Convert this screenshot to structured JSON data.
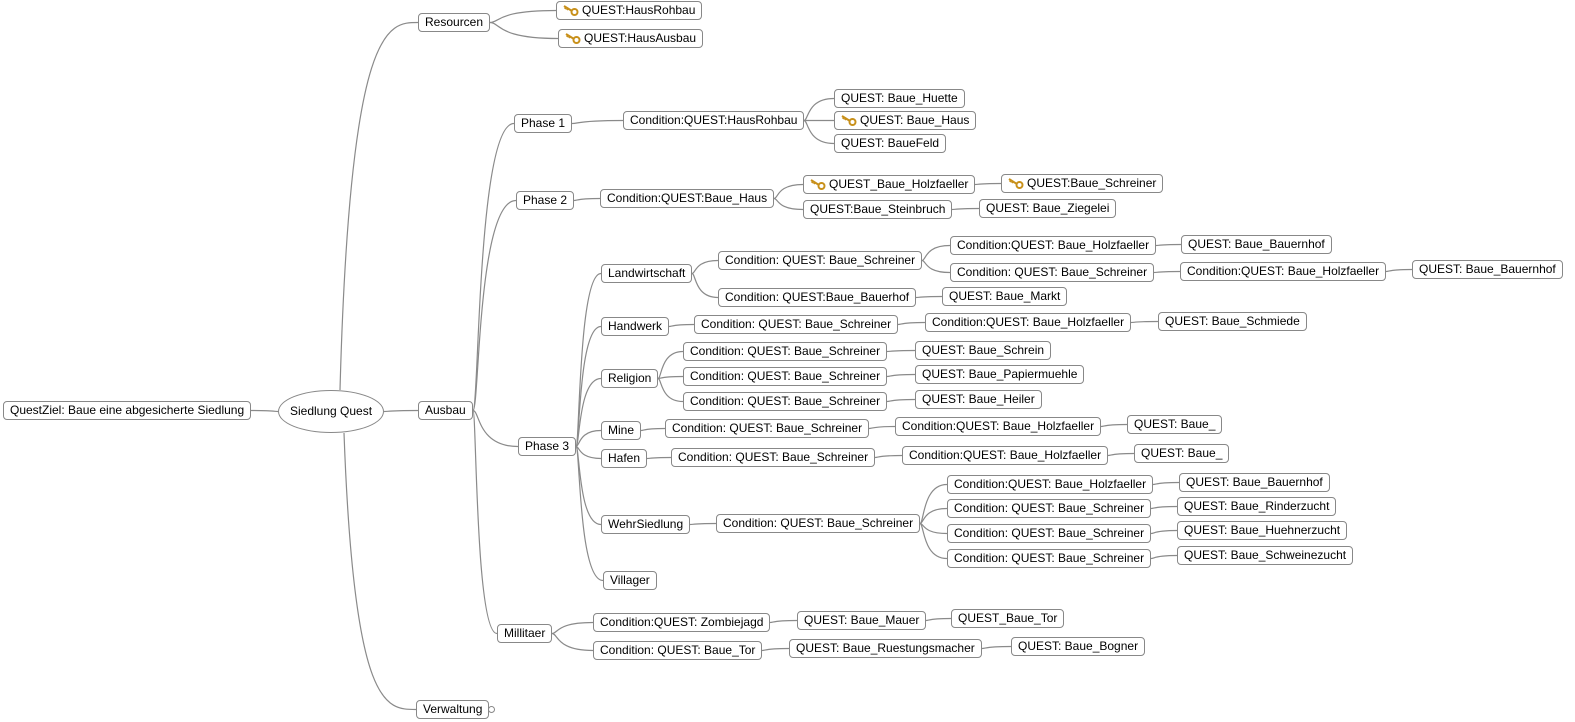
{
  "root": "Siedlung Quest",
  "goal": "QuestZiel: Baue eine abgesicherte Siedlung",
  "resourcen": {
    "label": "Resourcen",
    "items": [
      "QUEST:HausRohbau",
      "QUEST:HausAusbau"
    ]
  },
  "ausbau": {
    "label": "Ausbau",
    "phase1": {
      "label": "Phase 1",
      "cond": "Condition:QUEST:HausRohbau",
      "items": [
        "QUEST: Baue_Huette",
        "QUEST: Baue_Haus",
        "QUEST: BaueFeld"
      ]
    },
    "phase2": {
      "label": "Phase 2",
      "cond": "Condition:QUEST:Baue_Haus",
      "a": "QUEST_Baue_Holzfaeller",
      "a1": "QUEST:Baue_Schreiner",
      "b": "QUEST:Baue_Steinbruch",
      "b1": "QUEST: Baue_Ziegelei"
    },
    "phase3": {
      "label": "Phase 3",
      "landwirtschaft": {
        "label": "Landwirtschaft",
        "c1": "Condition: QUEST: Baue_Schreiner",
        "c1a": "Condition:QUEST: Baue_Holzfaeller",
        "c1a1": "QUEST: Baue_Bauernhof",
        "c1b": "Condition: QUEST: Baue_Schreiner",
        "c1b1": "Condition:QUEST: Baue_Holzfaeller",
        "c1b1a": "QUEST: Baue_Bauernhof",
        "c2": "Condition: QUEST:Baue_Bauerhof",
        "c2a": "QUEST: Baue_Markt"
      },
      "handwerk": {
        "label": "Handwerk",
        "c": "Condition: QUEST: Baue_Schreiner",
        "c1": "Condition:QUEST: Baue_Holzfaeller",
        "a": "QUEST: Baue_Schmiede"
      },
      "religion": {
        "label": "Religion",
        "conds": [
          "Condition: QUEST: Baue_Schreiner",
          "Condition: QUEST: Baue_Schreiner",
          "Condition: QUEST: Baue_Schreiner"
        ],
        "items": [
          "QUEST: Baue_Schrein",
          "QUEST: Baue_Papiermuehle",
          "QUEST: Baue_Heiler"
        ]
      },
      "mine": {
        "label": "Mine",
        "c": "Condition: QUEST: Baue_Schreiner",
        "c1": "Condition:QUEST: Baue_Holzfaeller",
        "a": "QUEST: Baue_"
      },
      "hafen": {
        "label": "Hafen",
        "c": "Condition: QUEST: Baue_Schreiner",
        "c1": "Condition:QUEST: Baue_Holzfaeller",
        "a": "QUEST: Baue_"
      },
      "wehr": {
        "label": "WehrSiedlung",
        "c": "Condition: QUEST: Baue_Schreiner",
        "conds": [
          "Condition:QUEST: Baue_Holzfaeller",
          "Condition: QUEST: Baue_Schreiner",
          "Condition: QUEST: Baue_Schreiner",
          "Condition: QUEST: Baue_Schreiner"
        ],
        "items": [
          "QUEST: Baue_Bauernhof",
          "QUEST: Baue_Rinderzucht",
          "QUEST: Baue_Huehnerzucht",
          "QUEST: Baue_Schweinezucht"
        ]
      },
      "villager": {
        "label": "Villager"
      }
    },
    "millitaer": {
      "label": "Millitaer",
      "c1": "Condition:QUEST: Zombiejagd",
      "c1a": "QUEST: Baue_Mauer",
      "c1a1": "QUEST_Baue_Tor",
      "c2": "Condition: QUEST: Baue_Tor",
      "c2a": "QUEST: Baue_Ruestungsmacher",
      "c2a1": "QUEST: Baue_Bogner"
    }
  },
  "verwaltung": {
    "label": "Verwaltung"
  },
  "icons": {
    "key": "key-icon"
  },
  "colors": {
    "line": "#8a8a8a",
    "border": "#888888",
    "key": "#c8901a"
  }
}
